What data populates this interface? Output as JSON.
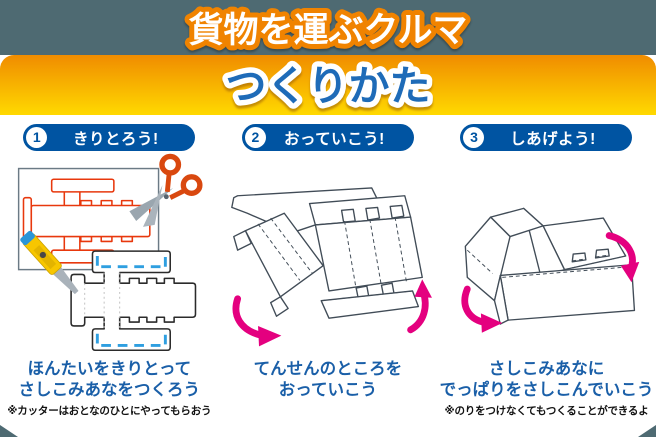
{
  "header": {
    "title": "貨物を運ぶクルマ"
  },
  "section": {
    "title": "つくりかた"
  },
  "steps": [
    {
      "number": "1",
      "label": "きりとろう!",
      "caption_line1": "ほんたいをきりとって",
      "caption_line2": "さしこみあなをつくろう",
      "note": "※カッターはおとなのひとにやってもらおう"
    },
    {
      "number": "2",
      "label": "おっていこう!",
      "caption_line1": "てんせんのところを",
      "caption_line2": "おっていこう",
      "note": ""
    },
    {
      "number": "3",
      "label": "しあげよう!",
      "caption_line1": "さしこみあなに",
      "caption_line2": "でっぱりをさしこんでいこう",
      "note": "※のりをつけなくてもつくることができるよ"
    }
  ],
  "icons": {
    "scissors": "scissors-icon",
    "cutter": "utility-knife-icon",
    "fold_arrow": "curved-arrow-icon"
  },
  "colors": {
    "top_bar_bg": "#4e6a72",
    "banner_gradient_top": "#f08c00",
    "banner_gradient_bottom": "#ffd900",
    "title_outline_orange": "#f08300",
    "subtitle_blue": "#1e6bb8",
    "step_pill_blue": "#0054a2",
    "caption_blue": "#1a5fa8",
    "note_black": "#111111",
    "arrow_magenta": "#e4007f",
    "template_red": "#e8380d",
    "cut_mark_blue": "#2f9fe0"
  }
}
